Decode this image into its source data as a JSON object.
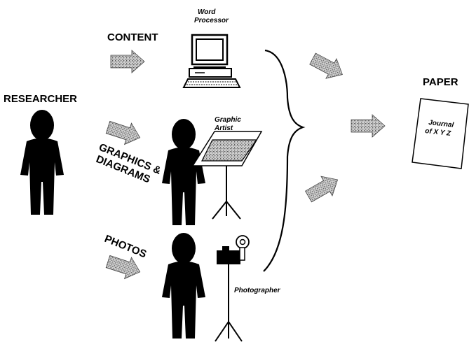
{
  "labels": {
    "researcher": "RESEARCHER",
    "content": "CONTENT",
    "graphics_line1": "GRAPHICS &",
    "graphics_line2": "DIAGRAMS",
    "photos": "PHOTOS",
    "word_processor_line1": "Word",
    "word_processor_line2": "Processor",
    "graphic_artist_line1": "Graphic",
    "graphic_artist_line2": "Artist",
    "photographer": "Photographer",
    "paper": "PAPER",
    "journal_line1": "Journal",
    "journal_line2": "of X Y Z"
  },
  "icons": {
    "researcher": "person-silhouette",
    "graphic_artist": "person-silhouette",
    "photographer": "person-silhouette",
    "computer": "desktop-computer",
    "drafting_table": "drafting-table",
    "camera": "camera-with-flash",
    "paper": "paper-sheet",
    "arrows": "dotted-arrow",
    "merge": "curly-brace"
  },
  "colors": {
    "ink": "#000000",
    "arrow_fill": "#9a9a9a",
    "background": "#ffffff"
  }
}
